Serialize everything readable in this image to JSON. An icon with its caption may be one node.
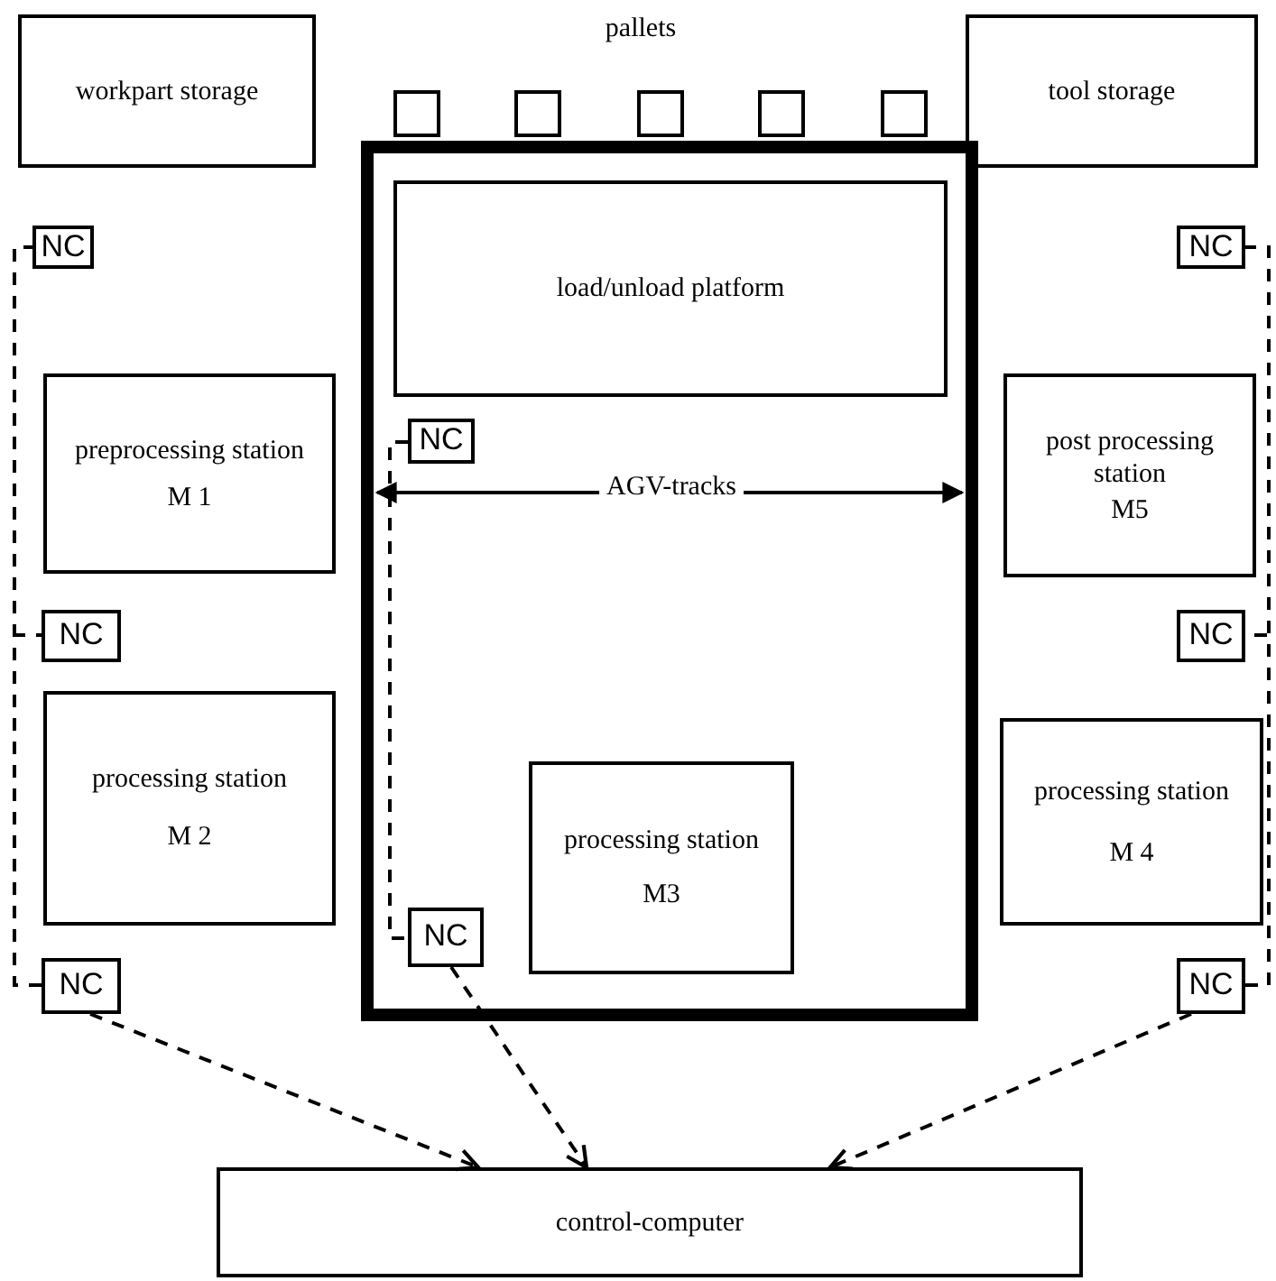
{
  "diagram": {
    "nodes": [
      {
        "text": [
          "workpart storage"
        ]
      },
      {
        "text": [
          "tool storage"
        ]
      },
      {
        "text": [
          "NC"
        ]
      },
      {
        "text": [
          "NC"
        ]
      },
      {
        "text": [
          "preprocessing station",
          "M 1"
        ]
      },
      {
        "text": [
          "post processing station",
          "M5"
        ]
      },
      {
        "text": [
          "NC"
        ]
      },
      {
        "text": [
          "NC"
        ]
      },
      {
        "text": [
          "processing station",
          "M 2"
        ]
      },
      {
        "text": [
          "processing station",
          "M 4"
        ]
      },
      {
        "text": [
          "NC"
        ]
      },
      {
        "text": [
          "NC"
        ]
      },
      {
        "text": [],
        "shape": "box"
      },
      {
        "text": [
          "load/unload platform"
        ],
        "in": 12
      },
      {
        "text": [
          "NC"
        ],
        "in": 12
      },
      {
        "text": [
          "processing station",
          "M3"
        ],
        "in": 12
      },
      {
        "text": [
          "NC"
        ],
        "in": 12
      },
      {
        "text": [
          "control-computer"
        ]
      },
      {
        "text": [],
        "shape": "box"
      },
      {
        "text": [],
        "shape": "box"
      },
      {
        "text": [],
        "shape": "box"
      },
      {
        "text": [],
        "shape": "box"
      },
      {
        "text": [],
        "shape": "box"
      }
    ],
    "edges": [
      {
        "from": 2,
        "to": 10,
        "arrow": "none",
        "style": "dashed"
      },
      {
        "from": 6,
        "to": 10,
        "arrow": "none",
        "style": "dashed"
      },
      {
        "from": 3,
        "to": 11,
        "arrow": "none",
        "style": "dashed"
      },
      {
        "from": 7,
        "to": 11,
        "arrow": "none",
        "style": "dashed"
      },
      {
        "from": 14,
        "to": 16,
        "arrow": "none",
        "style": "dashed"
      },
      {
        "from": 10,
        "to": 17,
        "arrow": "to",
        "style": "dashed"
      },
      {
        "from": 16,
        "to": 17,
        "arrow": "to",
        "style": "dashed"
      },
      {
        "from": 11,
        "to": 17,
        "arrow": "to",
        "style": "dashed"
      }
    ],
    "labels": [
      "pallets",
      "AGV-tracks"
    ]
  }
}
